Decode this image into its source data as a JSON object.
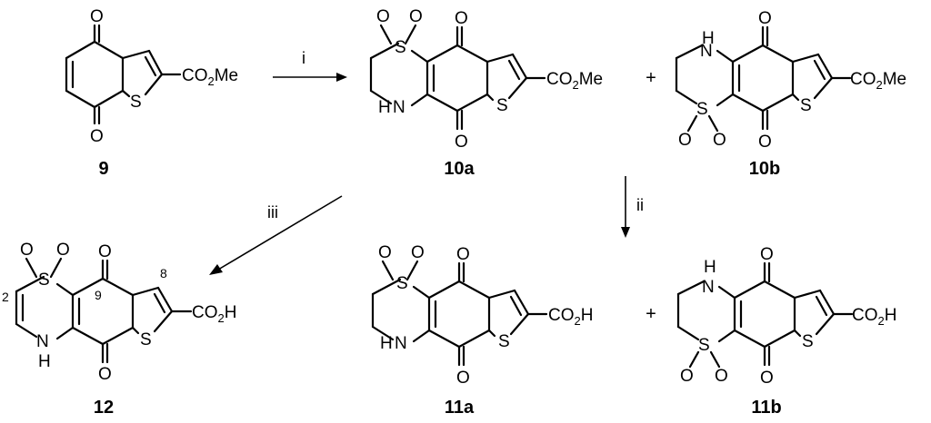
{
  "compounds": {
    "c9": "9",
    "c10a": "10a",
    "c10b": "10b",
    "c11a": "11a",
    "c11b": "11b",
    "c12": "12"
  },
  "reagents": {
    "step1": "i",
    "step2": "ii",
    "step3": "iii"
  },
  "plus_sign": "+",
  "atoms": {
    "oxygen": "O",
    "sulfur": "S",
    "nitrogen": "N",
    "hydrogen": "H"
  },
  "groups": {
    "ester_prefix": "CO",
    "ester_sub": "2",
    "ester_suffix": "Me",
    "acid_prefix": "CO",
    "acid_sub": "2",
    "acid_suffix": "H"
  },
  "numbering": {
    "pos2": "2",
    "pos8": "8",
    "pos9": "9"
  }
}
